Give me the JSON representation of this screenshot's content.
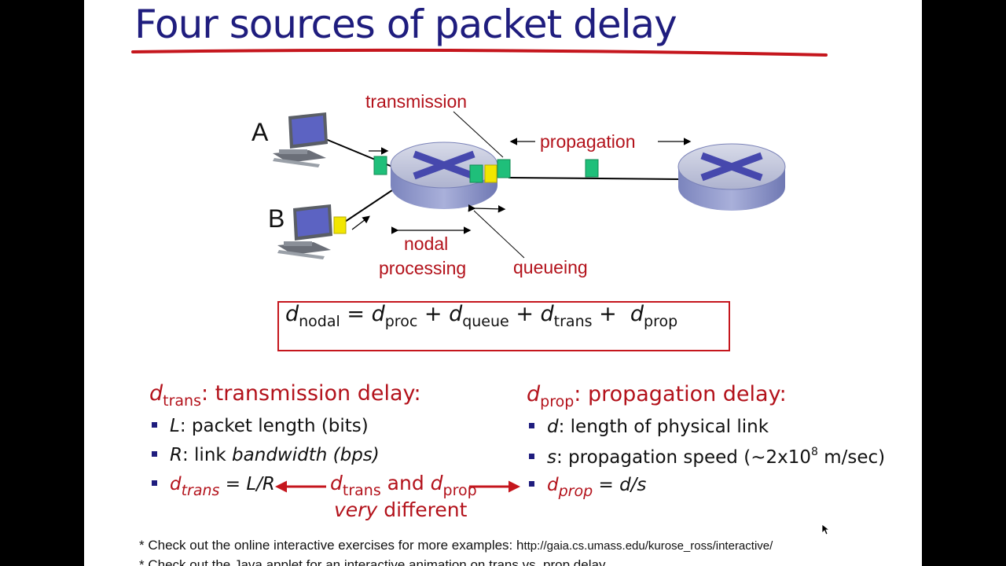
{
  "slide": {
    "title": "Four sources of packet delay",
    "diagram": {
      "host_a": "A",
      "host_b": "B",
      "label_transmission": "transmission",
      "label_propagation": "propagation",
      "label_nodal": "nodal",
      "label_processing": "processing",
      "label_queueing": "queueing"
    },
    "formula": {
      "d1": "d",
      "s1": "nodal",
      "eq": " = ",
      "d2": "d",
      "s2": "proc",
      "p1": " + ",
      "d3": "d",
      "s3": "queue",
      "p2": " + ",
      "d4": "d",
      "s4": "trans",
      "p3": " +  ",
      "d5": "d",
      "s5": "prop"
    },
    "left": {
      "head_d": "d",
      "head_sub": "trans",
      "head_text": ": transmission delay:",
      "b1_var": "L",
      "b1_text": ": packet length (bits)",
      "b2_var": "R",
      "b2_text": ": link ",
      "b2_italic": "bandwidth (bps)",
      "b3_d": "d",
      "b3_sub": "trans",
      "b3_text": " = L/R"
    },
    "right": {
      "head_d": "d",
      "head_sub": "prop",
      "head_text": ": propagation delay:",
      "b1_var": "d",
      "b1_text": ": length of physical link",
      "b2_var": "s",
      "b2_text": ": propagation speed (~2x10",
      "b2_sup": "8",
      "b2_tail": " m/sec)",
      "b3_d": "d",
      "b3_sub": "prop",
      "b3_text": " = d/s"
    },
    "center": {
      "d1": "d",
      "s1": "trans",
      "and": " and ",
      "d2": "d",
      "s2": "prop",
      "very": "very",
      "different": " different"
    },
    "footnote1": {
      "text": "* Check out the online interactive exercises for more examples: h",
      "url": "ttp://gaia.cs.umass.edu/kurose_ross/interactive/"
    },
    "footnote2": "* Check out the Java applet for an interactive animation on trans vs. prop delay"
  },
  "colors": {
    "title": "#1f1d7e",
    "accent_red": "#b3121b",
    "packet_green": "#1fbf7a",
    "packet_yellow": "#f2e600",
    "router_body": "#8e98cc"
  },
  "icons": [
    "computer-icon",
    "router-icon",
    "packet-icon",
    "mouse-cursor-icon"
  ]
}
